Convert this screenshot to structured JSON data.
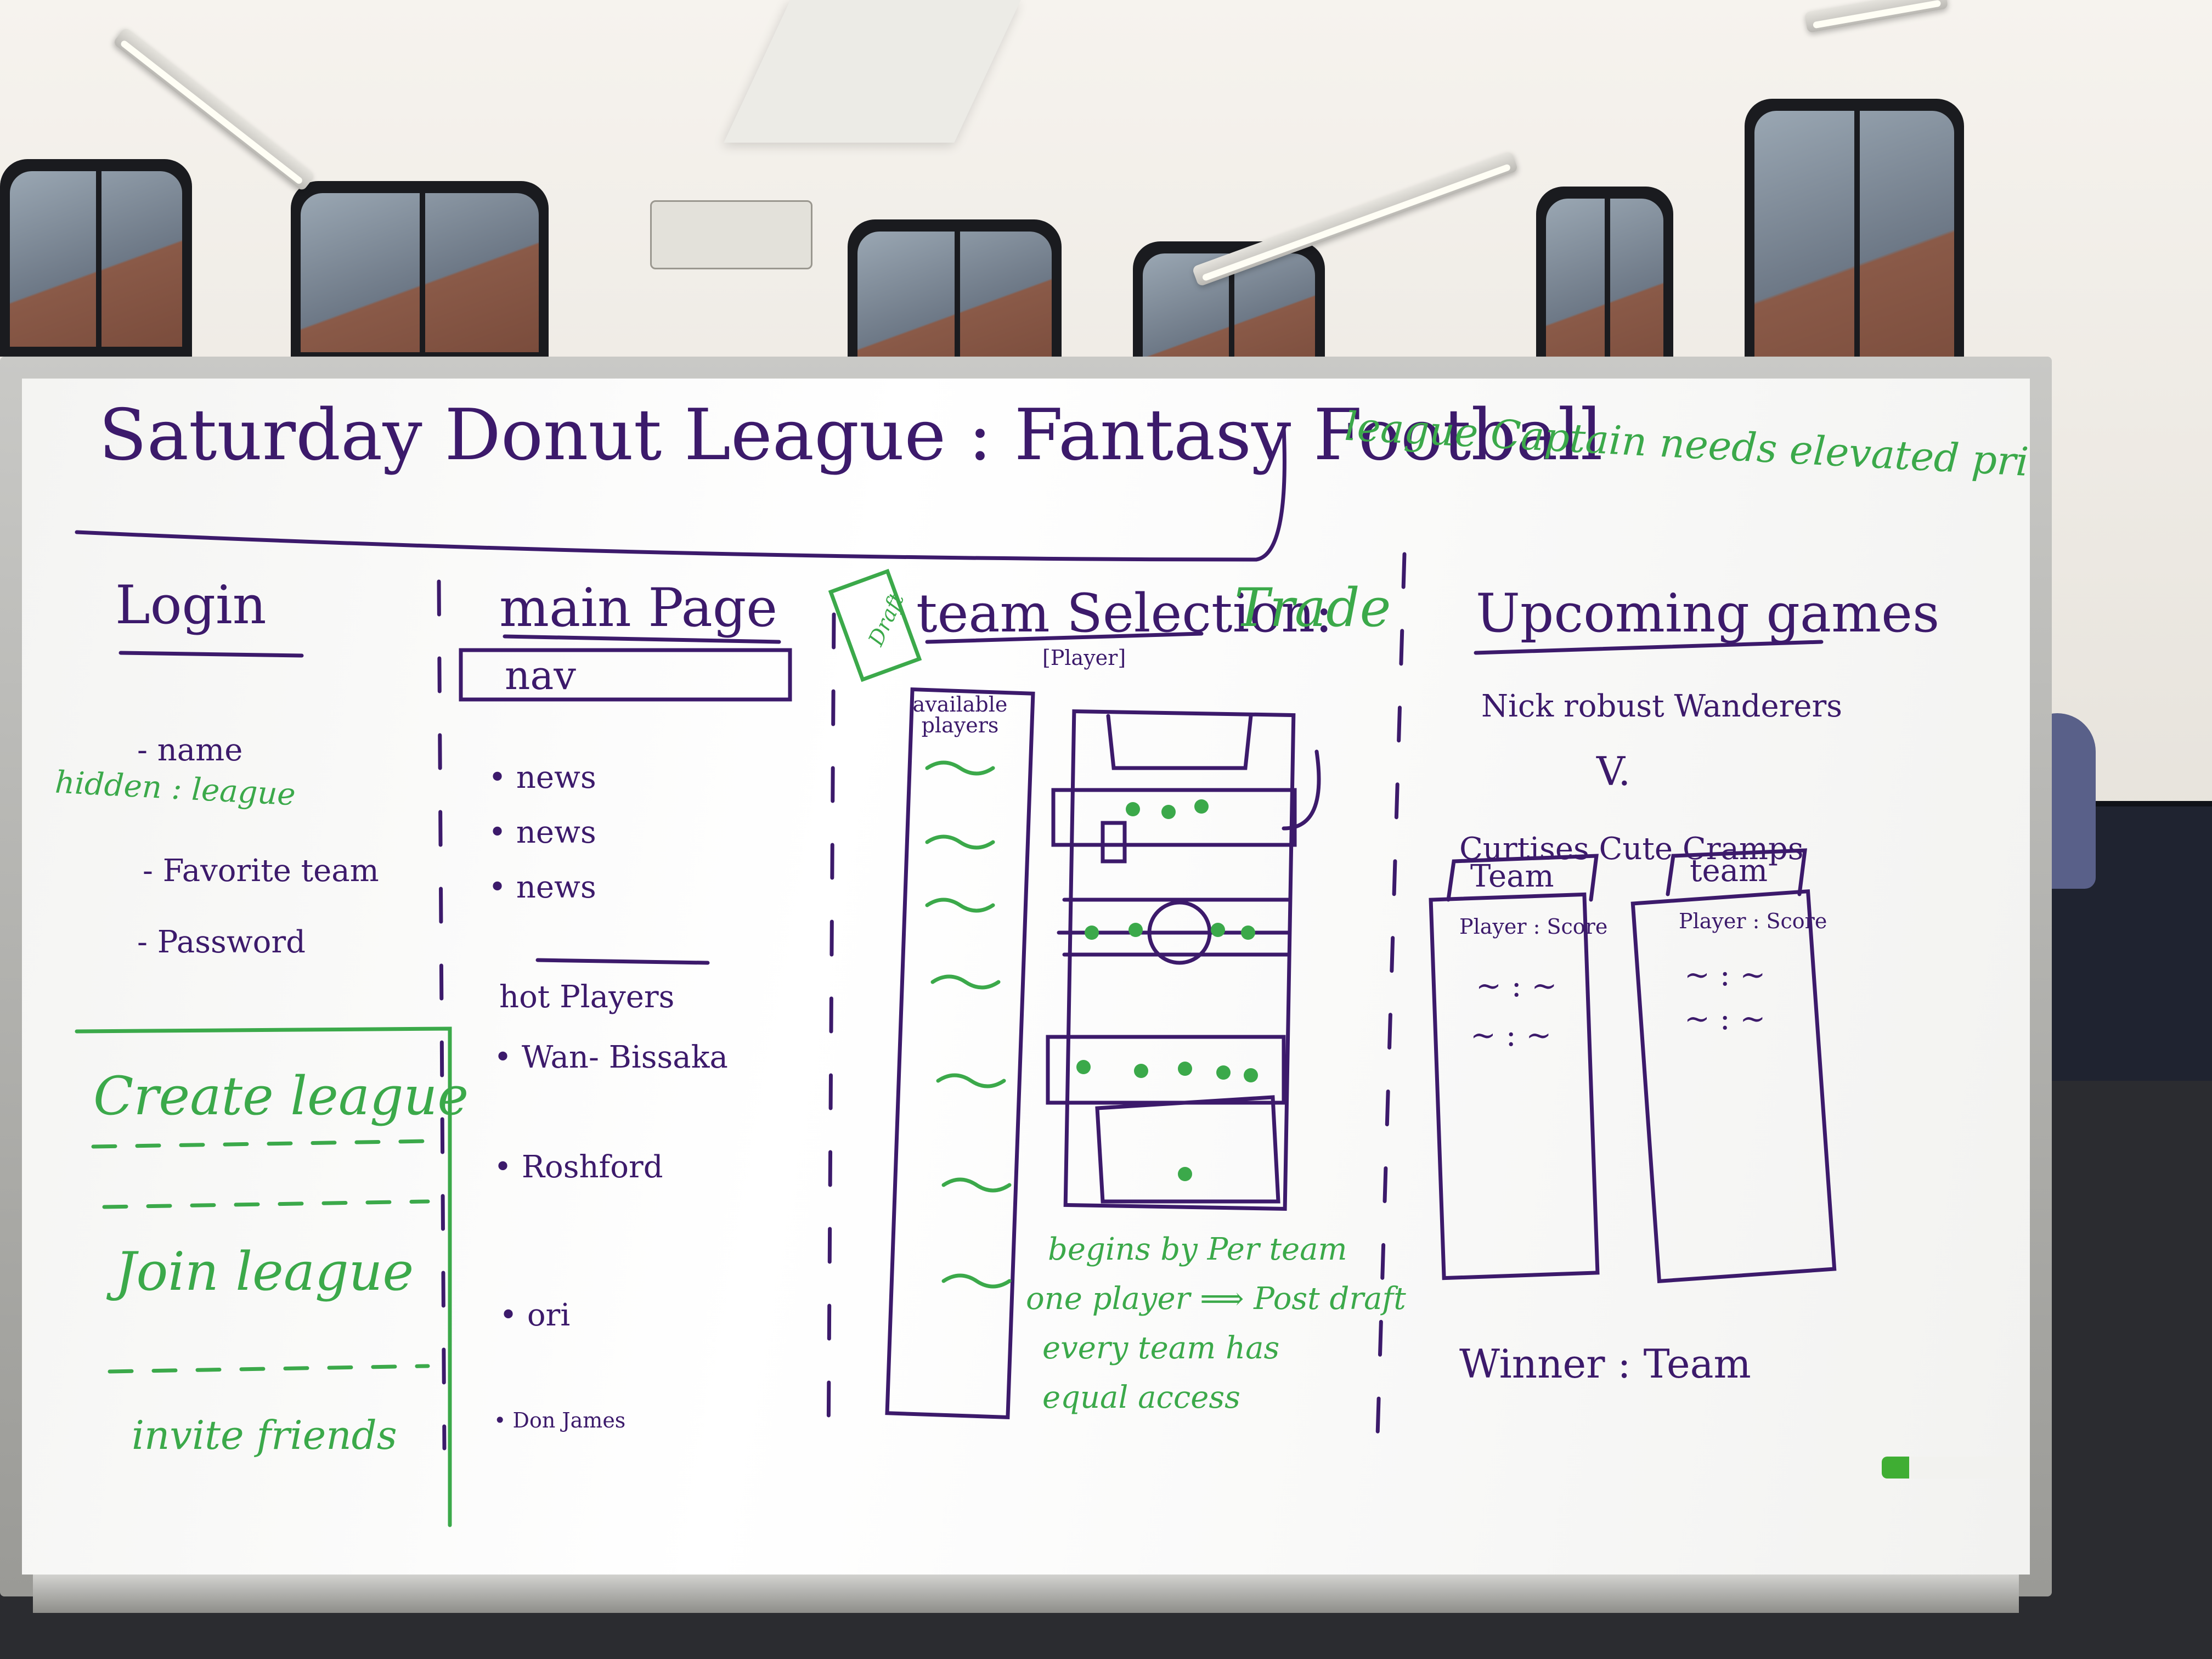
{
  "board": {
    "title": "Saturday Donut League : Fantasy Football",
    "note": "league Captain needs elevated privileges",
    "login": {
      "heading": "Login",
      "items": [
        "- name",
        "- Favorite team",
        "- Password"
      ],
      "hidden_note": "hidden : league",
      "actions": [
        "Create league",
        "Join league",
        "invite friends"
      ]
    },
    "main": {
      "heading": "main Page",
      "nav": "nav",
      "news": [
        "• news",
        "• news",
        "• news"
      ],
      "hot_heading": "hot Players",
      "hot_players": [
        "• Wan- Bissaka",
        "• Roshford",
        "• ori",
        "• Don James"
      ]
    },
    "team": {
      "draft_badge": "Draft",
      "heading": "team Selection:",
      "heading_trade": "Trade",
      "available": "available players",
      "player_box": "[Player]",
      "notes": [
        "begins by Per team",
        "one player ⟹ Post draft",
        "every team has",
        "equal access"
      ]
    },
    "upcoming": {
      "heading": "Upcoming games",
      "team_a": "Nick robust Wanderers",
      "vs": "V.",
      "team_b": "Curtises Cute Cramps",
      "col_a_title": "Team",
      "col_b_title": "team",
      "col_header": "Player : Score",
      "rows_a": [
        "~ : ~",
        "~ : ~"
      ],
      "rows_b": [
        "~ : ~",
        "~ : ~"
      ],
      "winner": "Winner : Team"
    }
  },
  "colors": {
    "purple_marker": "#3c1a6b",
    "green_marker": "#3ba94a"
  }
}
